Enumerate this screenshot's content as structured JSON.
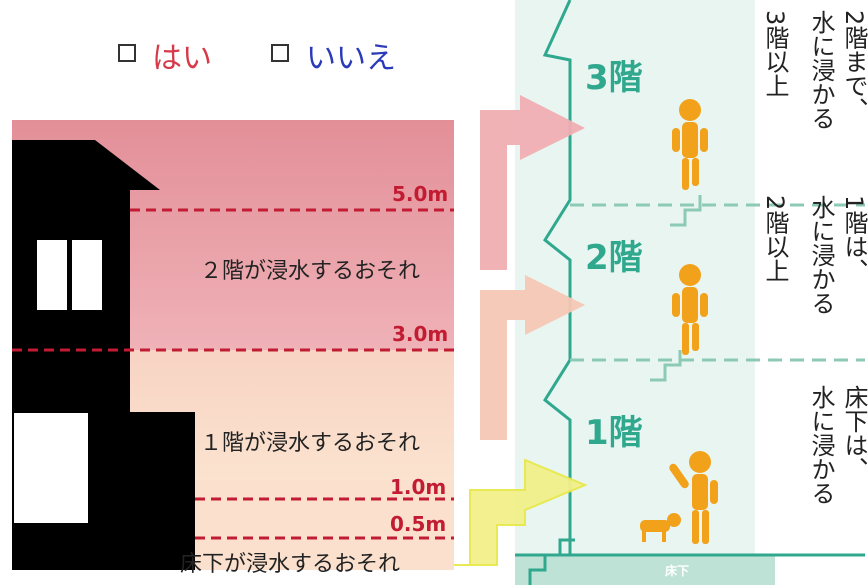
{
  "checkboxes": {
    "yes_label": "はい",
    "no_label": "いいえ"
  },
  "levels": {
    "l50": "5.0m",
    "l30": "3.0m",
    "l10": "1.0m",
    "l05": "0.5m"
  },
  "risks": {
    "floor2": "２階が浸水するおそれ",
    "floor1": "１階が浸水するおそれ",
    "underfloor": "床下が浸水するおそれ"
  },
  "floors": {
    "f3": "3階",
    "f2": "2階",
    "f1": "1階",
    "under_floor": "床下"
  },
  "advice": {
    "a1": "3階以上",
    "a2": "水に浸かる",
    "a3": "2階まで、",
    "a4": "2階以上",
    "a5": "水に浸かる",
    "a6": "1階は、",
    "a7": "水に浸かる",
    "a8": "床下は、"
  },
  "colors": {
    "band_top": "#e79aa2",
    "band_mid": "#f0b8bc",
    "band_low": "#f7d7c3",
    "yellow": "#f2f08a",
    "teal": "#2fa88e",
    "dash_red": "#c21c33",
    "house": "#000000",
    "person": "#f2a21a"
  }
}
